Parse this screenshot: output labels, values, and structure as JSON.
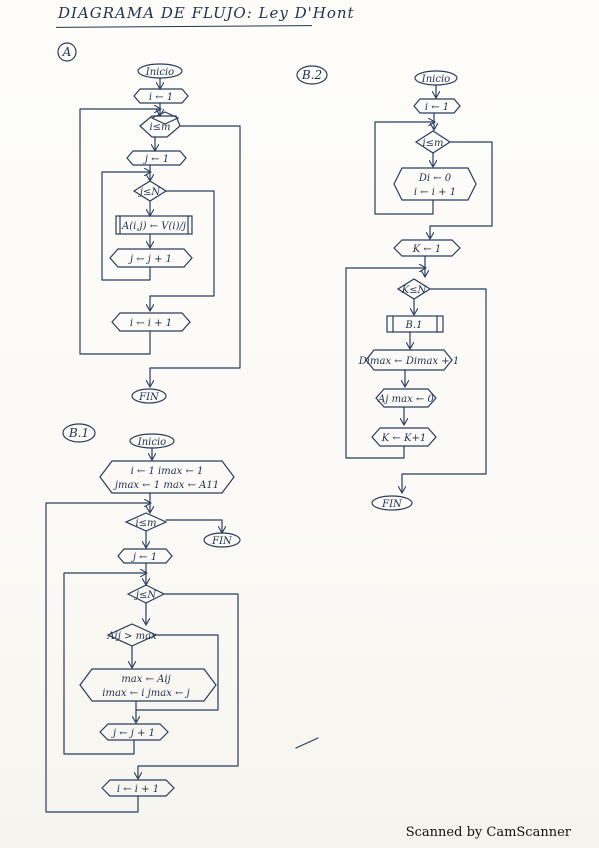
{
  "page": {
    "title": "DIAGRAMA DE FLUJO: Ley D'Hont",
    "footer": "Scanned by CamScanner"
  },
  "sections": {
    "a": {
      "label": "A"
    },
    "b1": {
      "label": "B.1"
    },
    "b2": {
      "label": "B.2"
    }
  },
  "flow_a": {
    "start": "Inicio",
    "init_i": "i ← 1",
    "cond_i": "i≤m",
    "init_j": "j ← 1",
    "cond_j": "j≤N",
    "assign_a": "A(i,j) ← V(i)/j",
    "inc_j": "j ← j + 1",
    "inc_i": "i ← i + 1",
    "end": "FIN"
  },
  "flow_b1": {
    "start": "Inicio",
    "init_line1": "i ← 1   imax ← 1",
    "init_line2": "jmax ← 1   max ← A11",
    "cond_i": "i≤m",
    "end": "FIN",
    "init_j": "j ← 1",
    "cond_j": "j≤N",
    "cond_max": "Aij > max",
    "update_line1": "max ← Aij",
    "update_line2": "imax ← i  jmax ← j",
    "inc_j": "j ← j + 1",
    "inc_i": "i ← i + 1"
  },
  "flow_b2": {
    "start": "Inicio",
    "init_i": "i ← 1",
    "cond_i": "i≤m",
    "loop_line1": "Di ← 0",
    "loop_line2": "i ← i + 1",
    "init_k": "K ← 1",
    "cond_k": "K≤N",
    "call_b1": "B.1",
    "div_update": "Dimax ← Dimax + 1",
    "reset_a": "Aj max ← 0",
    "inc_k": "K ← K+1",
    "end": "FIN"
  }
}
